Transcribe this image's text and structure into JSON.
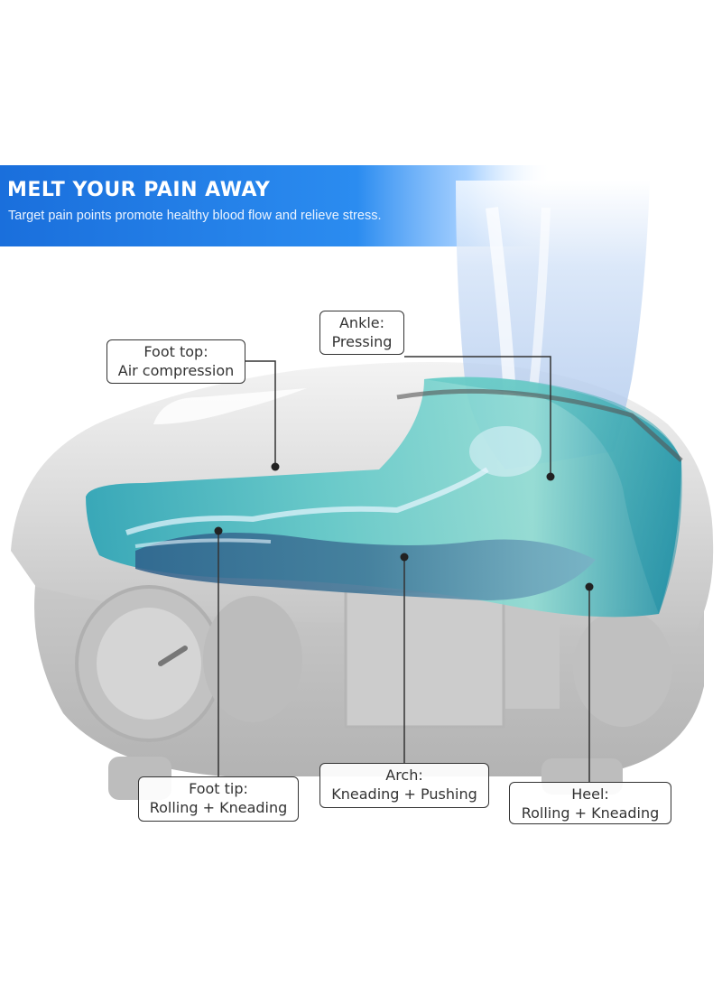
{
  "banner": {
    "title": "MELT YOUR PAIN AWAY",
    "subtitle": "Target pain points promote healthy blood flow and relieve stress."
  },
  "callouts": {
    "foot_top": {
      "line1": "Foot top:",
      "line2": "Air compression"
    },
    "ankle": {
      "line1": "Ankle:",
      "line2": "Pressing"
    },
    "foot_tip": {
      "line1": "Foot tip:",
      "line2": "Rolling + Kneading"
    },
    "arch": {
      "line1": "Arch:",
      "line2": "Kneading + Pushing"
    },
    "heel": {
      "line1": "Heel:",
      "line2": "Rolling + Kneading"
    }
  },
  "colors": {
    "banner_blue": "#1a73e0",
    "massager_gray": "#d3d3d3",
    "cushion_teal": "#3fb6c0",
    "callout_border": "#333333"
  }
}
